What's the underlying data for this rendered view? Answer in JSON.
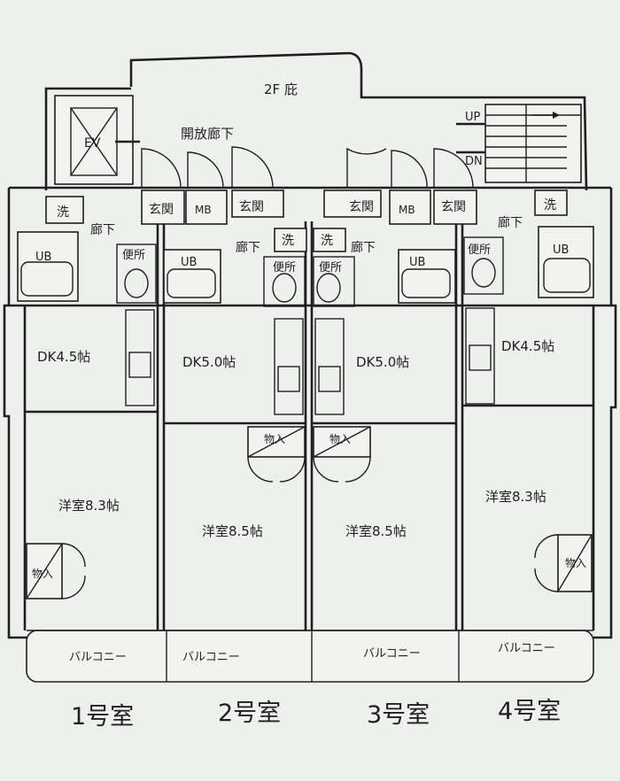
{
  "labels": {
    "courtyard": "2F 庇",
    "corridor": "開放廊下",
    "ev": "EV",
    "up": "UP",
    "dn": "DN"
  },
  "rooms": [
    {
      "unit": "1号室",
      "wash": "洗",
      "hall": "廊下",
      "entry": "玄関",
      "ub": "UB",
      "wc": "便所",
      "dk": "DK4.5帖",
      "western": "洋室8.3帖",
      "storage": "物入",
      "balcony": "バルコニー"
    },
    {
      "unit": "2号室",
      "wash": "洗",
      "hall": "廊下",
      "entry": "玄関",
      "ub": "UB",
      "wc": "便所",
      "dk": "DK5.0帖",
      "western": "洋室8.5帖",
      "storage": "物入",
      "balcony": "バルコニー"
    },
    {
      "unit": "3号室",
      "wash": "洗",
      "hall": "廊下",
      "entry": "玄関",
      "ub": "UB",
      "wc": "便所",
      "dk": "DK5.0帖",
      "western": "洋室8.5帖",
      "storage": "物入",
      "balcony": "バルコニー"
    },
    {
      "unit": "4号室",
      "wash": "洗",
      "hall": "廊下",
      "entry": "玄関",
      "ub": "UB",
      "wc": "便所",
      "dk": "DK4.5帖",
      "western": "洋室8.3帖",
      "storage": "物入",
      "balcony": "バルコニー"
    }
  ],
  "mb": "MB"
}
